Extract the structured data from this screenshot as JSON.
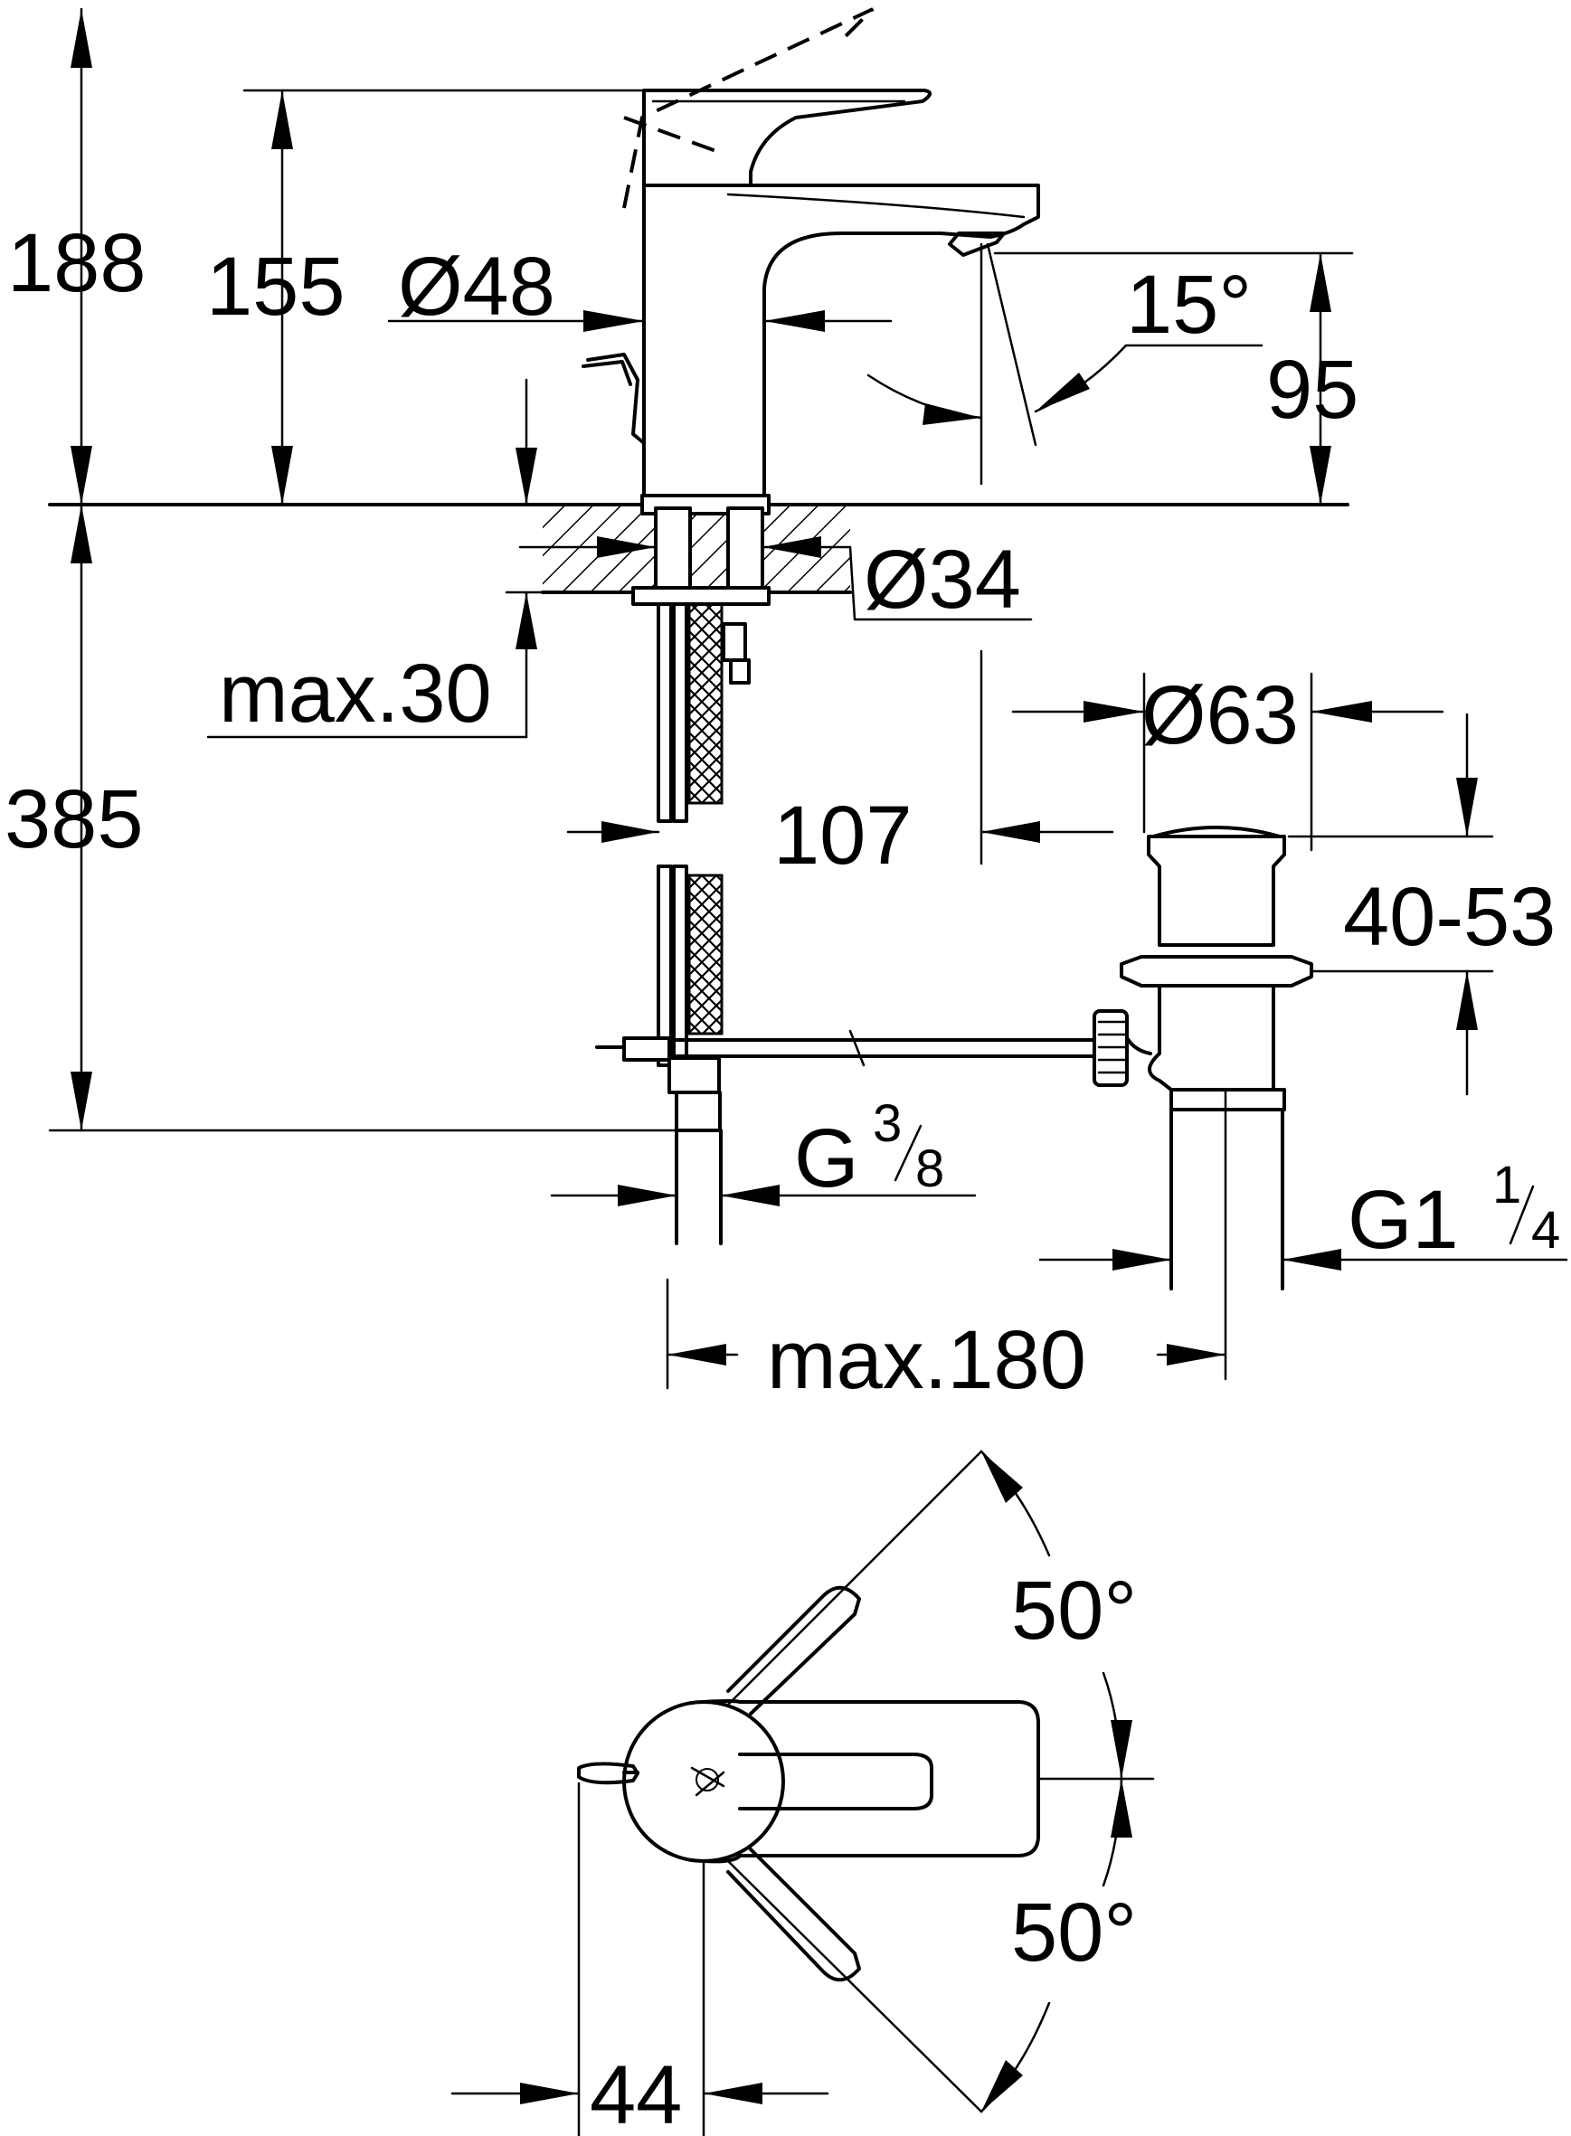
{
  "dimensions": {
    "height_total": "188",
    "height_outlet": "155",
    "body_diameter": "Ø48",
    "spout_angle": "15°",
    "spout_height": "95",
    "shank_diameter": "Ø34",
    "max_deck_thickness": "max.30",
    "below_deck_length": "385",
    "projection": "107",
    "waste_diameter": "Ø63",
    "waste_range": "40-53",
    "connection_main": "G",
    "connection_num": "3",
    "connection_den": "8",
    "waste_thread_main": "G1",
    "waste_thread_num": "1",
    "waste_thread_den": "4",
    "rod_length": "max.180",
    "lever_angle_top": "50°",
    "lever_angle_bottom": "50°",
    "lever_offset": "44"
  }
}
